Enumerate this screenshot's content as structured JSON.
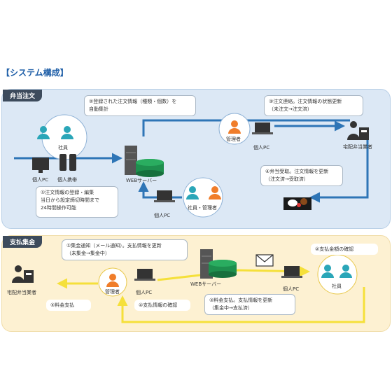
{
  "title": "【システム構成】",
  "sections": {
    "bento": {
      "tab": "弁当注文"
    },
    "payment": {
      "tab": "支払集金"
    }
  },
  "bento": {
    "note1": "①注文情報の登録・編集\n当日から設定締切時間まで\n24時間操作可能",
    "note2": "②登録された注文情報（種類・個数）を\n自動集計",
    "note3": "③注文連絡。注文情報の状態更新\n（未注文→注文済）",
    "note4": "④弁当受取。注文情報を更新\n（注文済→受取済）",
    "employee": "社員",
    "personal_pc": "個人PC",
    "mobile": "個人携帯",
    "web_server": "WEBサーバー",
    "manager": "管理者",
    "manager_pc": "個人PC",
    "vendor": "宅配弁当業者",
    "staff_manager": "社員・管理者",
    "staff_pc": "個人PC"
  },
  "payment": {
    "note1": "①集金通知（メール通知）。支払情報を更新\n（未集金→集金中）",
    "note2": "②支払金額の確認",
    "note3": "③料金支払。支払情報を更新\n（集金中→支払済）",
    "note4": "④支払情報の確認",
    "note5": "⑤料金支払",
    "vendor": "宅配弁当業者",
    "manager": "管理者",
    "manager_pc": "個人PC",
    "web_server": "WEBサーバー",
    "employee_pc": "個人PC",
    "employee": "社員"
  },
  "colors": {
    "title": "#1f5fa8",
    "bento_bg": "#dce8f5",
    "payment_bg": "#fdf1d2",
    "arrow_blue": "#2e75b6",
    "arrow_yellow": "#f5e03a",
    "server_green": "#1e8f4e",
    "person_teal": "#2aa6b8",
    "person_orange": "#f07d2a",
    "tab_dark": "#3d4b5c"
  },
  "icons": [
    "person-icon",
    "laptop-icon",
    "desktop-icon",
    "phone-icon",
    "server-icon",
    "database-icon",
    "vendor-icon",
    "mail-icon",
    "bento-box-icon"
  ]
}
